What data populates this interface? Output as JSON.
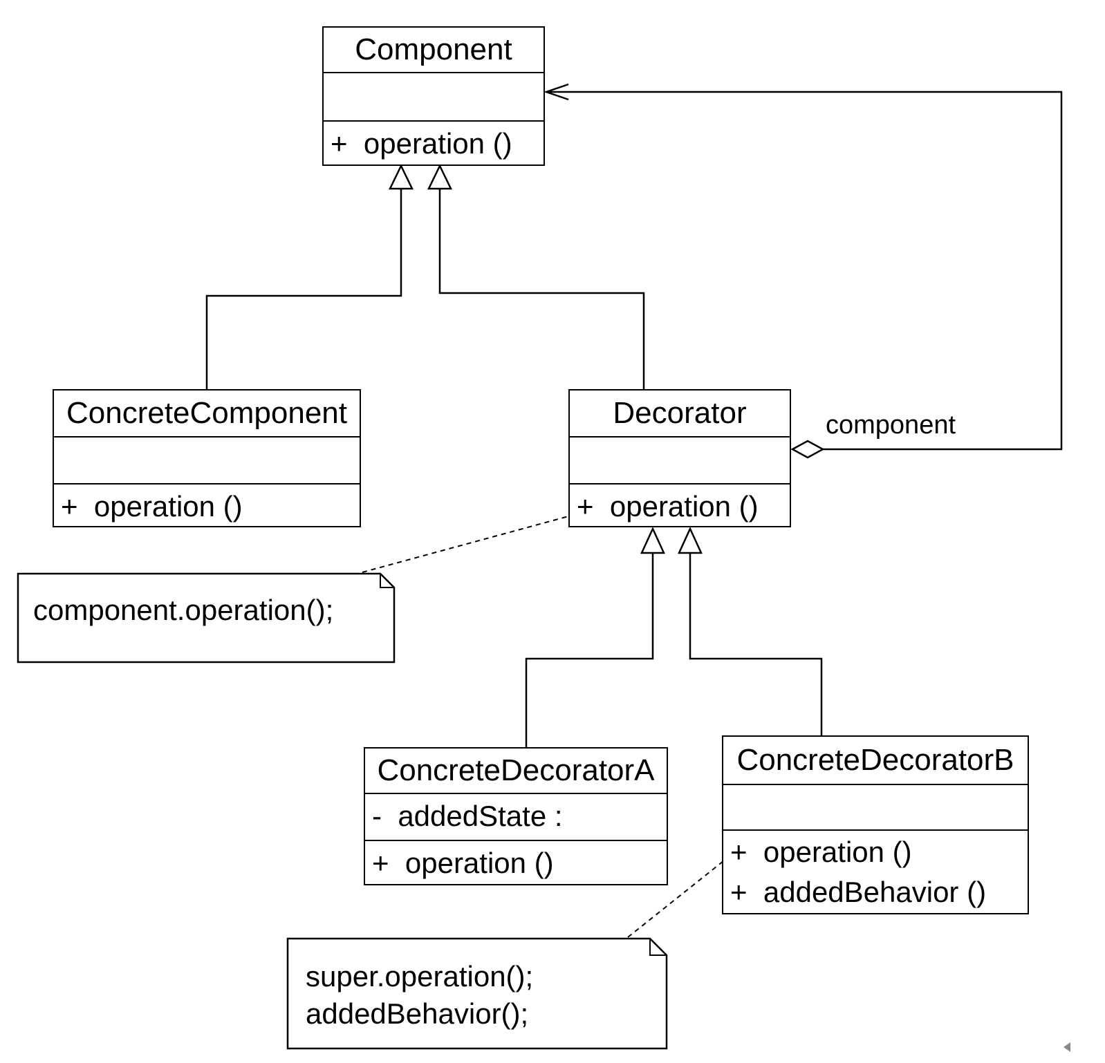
{
  "classes": {
    "component": {
      "name": "Component",
      "operations": [
        "+  operation ()"
      ]
    },
    "concrete_component": {
      "name": "ConcreteComponent",
      "operations": [
        "+  operation ()"
      ]
    },
    "decorator": {
      "name": "Decorator",
      "operations": [
        "+  operation ()"
      ]
    },
    "concrete_decorator_a": {
      "name": "ConcreteDecoratorA",
      "attributes": [
        "-  addedState :"
      ],
      "operations": [
        "+  operation ()"
      ]
    },
    "concrete_decorator_b": {
      "name": "ConcreteDecoratorB",
      "operations": [
        "+  operation ()",
        "+  addedBehavior ()"
      ]
    }
  },
  "notes": {
    "decorator_note": "component.operation();",
    "decorator_b_note_line1": "super.operation();",
    "decorator_b_note_line2": "addedBehavior();"
  },
  "association": {
    "role": "component"
  }
}
